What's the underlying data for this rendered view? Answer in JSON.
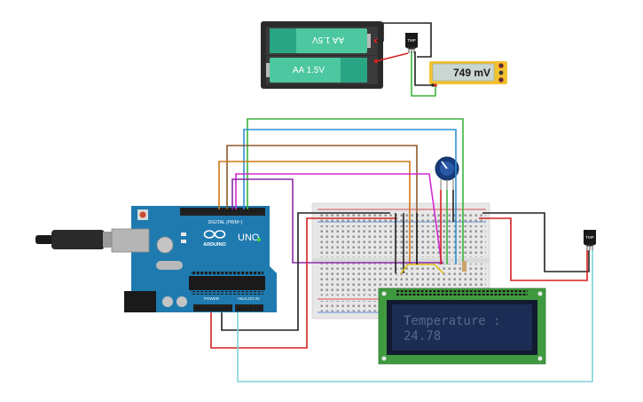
{
  "battery": {
    "cell_top_label": "AA 1.5V",
    "cell_bottom_label": "AA 1.5V"
  },
  "multimeter": {
    "reading": "749 mV"
  },
  "sensor": {
    "label": "TMP"
  },
  "arduino": {
    "model": "UNO",
    "brand": "ARDUINO",
    "digital_header": "DIGITAL (PWM~)",
    "power_header": "POWER",
    "analog_header": "ANALOG IN"
  },
  "lcd": {
    "line1": "Temperature :",
    "line2": "24.78"
  },
  "colors": {
    "green_wire": "#3db33d",
    "blue_wire": "#2f8fd6",
    "orange_wire": "#d07a1a",
    "brown_wire": "#8c5a2b",
    "magenta_wire": "#d22ad2",
    "purple_wire": "#8a2aa8",
    "red_wire": "#d62020",
    "black_wire": "#222222",
    "cyan_wire": "#7fd3d8",
    "yellow_wire": "#e3c21a",
    "arduino_body": "#1f7ab0",
    "lcd_board": "#3f9a3f",
    "lcd_screen": "#1c2d55"
  }
}
